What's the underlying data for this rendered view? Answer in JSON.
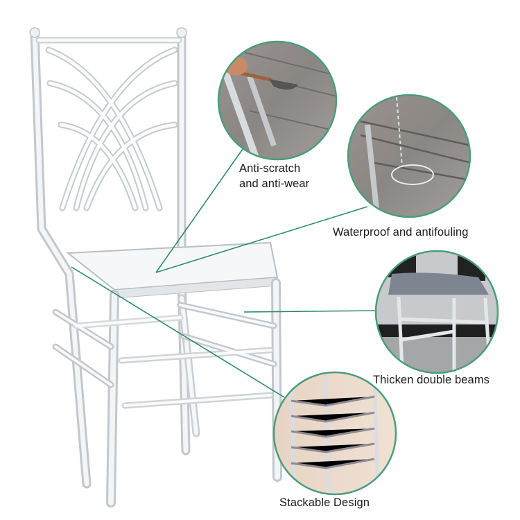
{
  "product": "Clear acrylic chiavari chair",
  "colors": {
    "callout_line": "#2e8b6a",
    "circle_border": "#4a9d7a",
    "text": "#1a1a1a",
    "background": "#ffffff"
  },
  "callouts": [
    {
      "id": "anti-scratch",
      "line1": "Anti-scratch",
      "line2": "and anti-wear",
      "photo": "knife scratching chair leg on grey marble floor"
    },
    {
      "id": "waterproof",
      "line1": "Waterproof and antifouling",
      "photo": "water pouring onto chair over grey marble floor"
    },
    {
      "id": "double-beams",
      "line1": "Thicken double beams",
      "photo": "person standing on chair seat"
    },
    {
      "id": "stackable",
      "line1": "Stackable Design",
      "photo": "stacked clear chairs against beige wall"
    }
  ]
}
